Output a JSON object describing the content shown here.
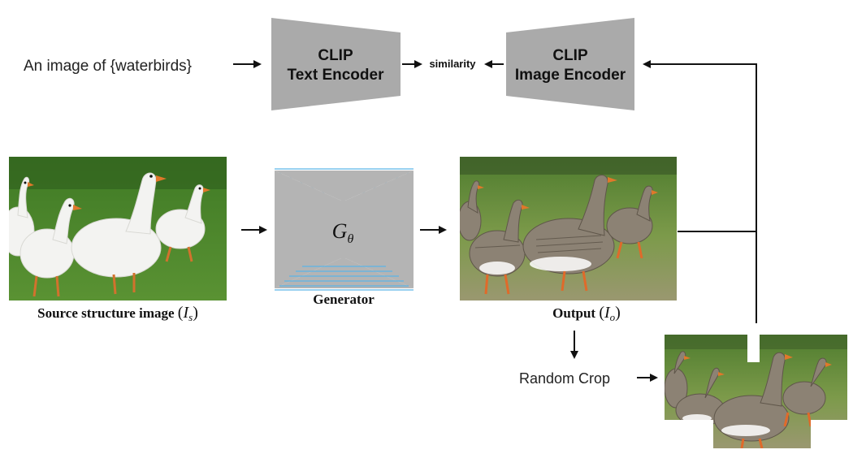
{
  "prompt": {
    "text": "An image of {waterbirds}"
  },
  "text_encoder": {
    "line1": "CLIP",
    "line2": "Text Encoder"
  },
  "image_encoder": {
    "line1": "CLIP",
    "line2": "Image Encoder"
  },
  "similarity": {
    "label": "similarity"
  },
  "generator": {
    "symbol": "G",
    "subscript": "θ",
    "label": "Generator"
  },
  "source": {
    "label": "Source structure image ",
    "math": "I",
    "sub": "s"
  },
  "output": {
    "label": "Output ",
    "math": "I",
    "sub": "o"
  },
  "crop": {
    "label": "Random Crop"
  },
  "colors": {
    "encoder_fill": "#aaaaaa",
    "generator_fill": "#b4b4b4",
    "generator_lines": "#5ab4e6",
    "arrow": "#111111",
    "grass": "#4c7f2a",
    "goose_white": "#f3f3f1",
    "goose_gray": "#8c8274",
    "beak": "#e0782a"
  },
  "icons": {
    "source_image": "white-geese-photo",
    "output_image": "gray-geese-photo",
    "crop_image": "cropped-geese-photo"
  }
}
